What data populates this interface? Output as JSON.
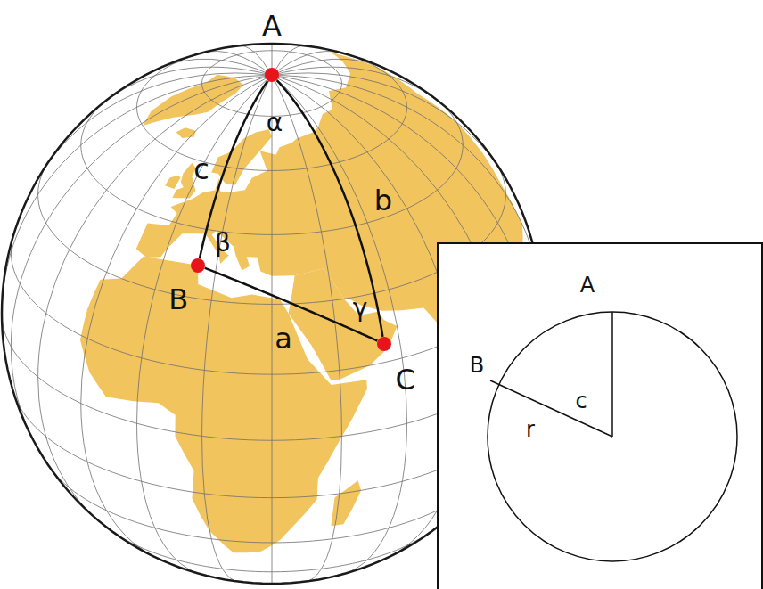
{
  "diagram": {
    "nodes": [
      {
        "text": [
          "A"
        ]
      },
      {
        "text": [
          "B"
        ]
      },
      {
        "text": [
          "C"
        ]
      },
      {
        "text": [
          "A",
          "B",
          "c",
          "r"
        ]
      }
    ],
    "edges": [
      {
        "from": 0,
        "to": 1,
        "label": "c",
        "arrow": "none"
      },
      {
        "from": 1,
        "to": 2,
        "label": "a",
        "arrow": "none"
      },
      {
        "from": 0,
        "to": 2,
        "label": "b",
        "arrow": "none"
      }
    ],
    "labels": [
      "α",
      "β",
      "γ"
    ]
  }
}
